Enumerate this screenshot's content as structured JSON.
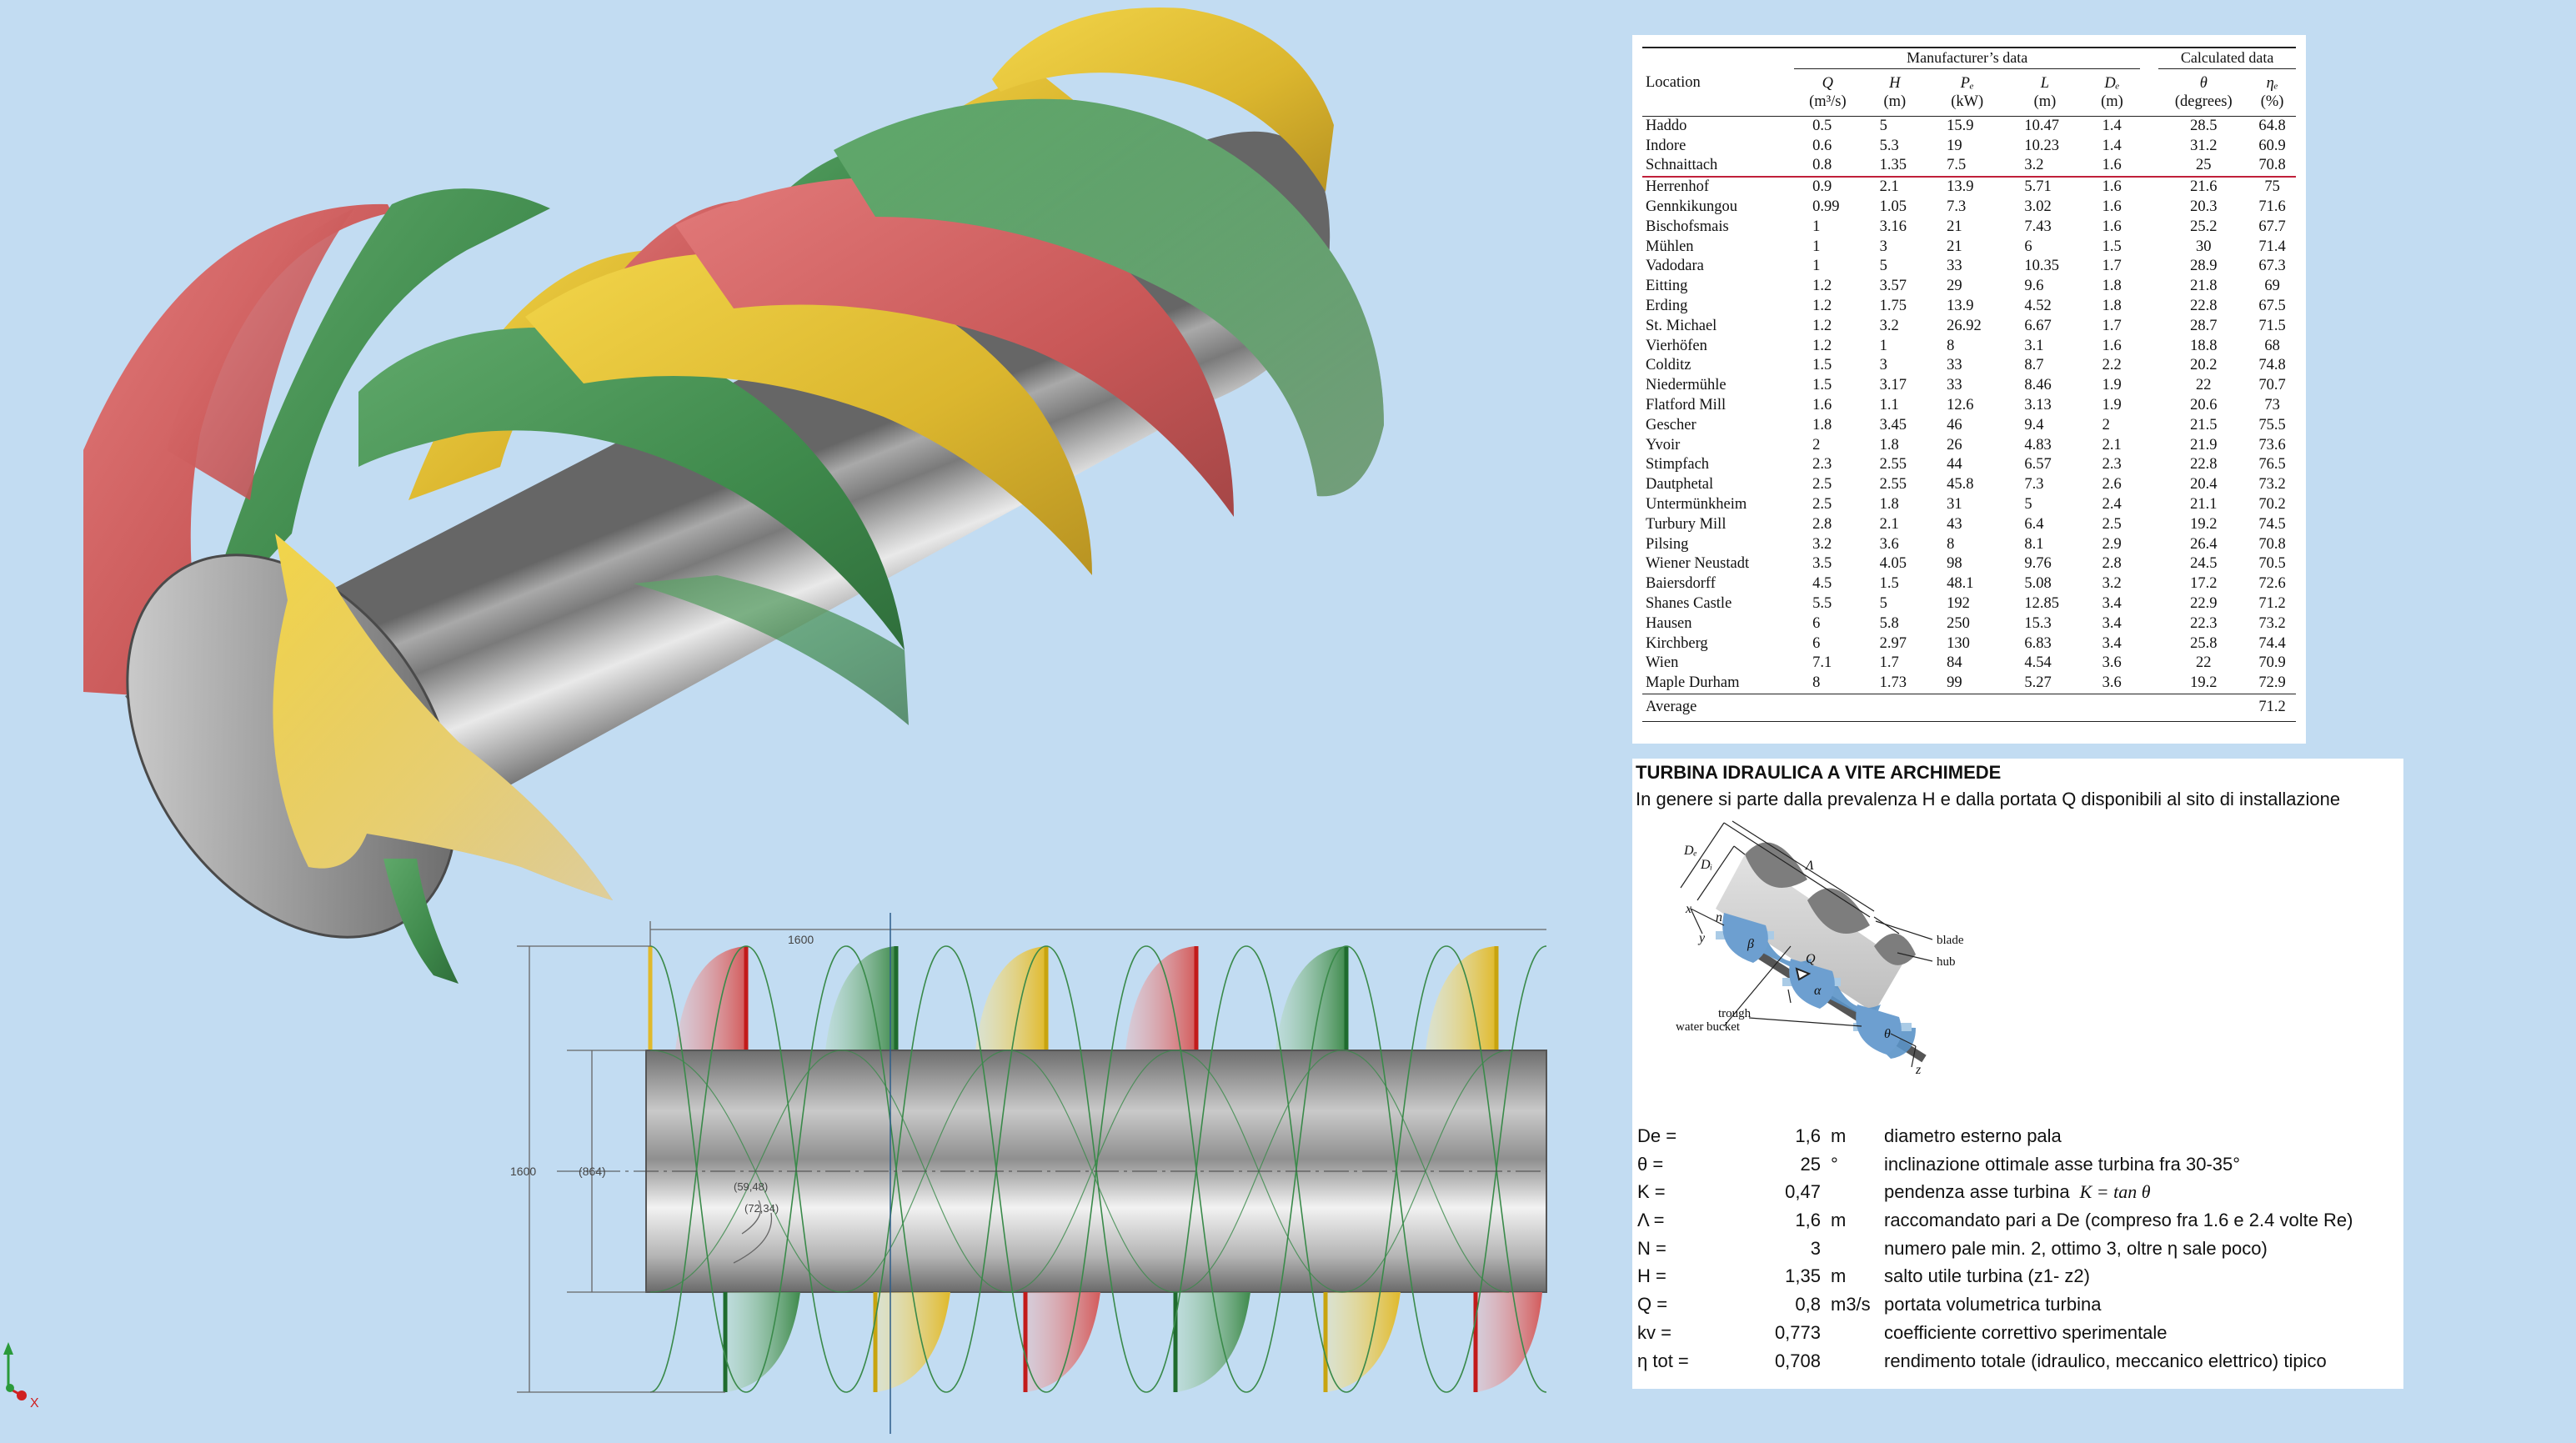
{
  "table": {
    "group_headers": {
      "manufacturer": "Manufacturer’s data",
      "calculated": "Calculated data"
    },
    "columns": [
      {
        "symbol": "",
        "unit": "Location"
      },
      {
        "symbol": "Q",
        "unit": "(m³/s)"
      },
      {
        "symbol": "H",
        "unit": "(m)"
      },
      {
        "symbol": "Pₑ",
        "unit": "(kW)"
      },
      {
        "symbol": "L",
        "unit": "(m)"
      },
      {
        "symbol": "Dₑ",
        "unit": "(m)"
      },
      {
        "symbol": "θ",
        "unit": "(degrees)"
      },
      {
        "symbol": "ηₑ",
        "unit": "(%)"
      }
    ],
    "rows": [
      [
        "Haddo",
        "0.5",
        "5",
        "15.9",
        "10.47",
        "1.4",
        "28.5",
        "64.8"
      ],
      [
        "Indore",
        "0.6",
        "5.3",
        "19",
        "10.23",
        "1.4",
        "31.2",
        "60.9"
      ],
      [
        "Schnaittach",
        "0.8",
        "1.35",
        "7.5",
        "3.2",
        "1.6",
        "25",
        "70.8"
      ],
      [
        "Herrenhof",
        "0.9",
        "2.1",
        "13.9",
        "5.71",
        "1.6",
        "21.6",
        "75"
      ],
      [
        "Gennkikungou",
        "0.99",
        "1.05",
        "7.3",
        "3.02",
        "1.6",
        "20.3",
        "71.6"
      ],
      [
        "Bischofsmais",
        "1",
        "3.16",
        "21",
        "7.43",
        "1.6",
        "25.2",
        "67.7"
      ],
      [
        "Mühlen",
        "1",
        "3",
        "21",
        "6",
        "1.5",
        "30",
        "71.4"
      ],
      [
        "Vadodara",
        "1",
        "5",
        "33",
        "10.35",
        "1.7",
        "28.9",
        "67.3"
      ],
      [
        "Eitting",
        "1.2",
        "3.57",
        "29",
        "9.6",
        "1.8",
        "21.8",
        "69"
      ],
      [
        "Erding",
        "1.2",
        "1.75",
        "13.9",
        "4.52",
        "1.8",
        "22.8",
        "67.5"
      ],
      [
        "St. Michael",
        "1.2",
        "3.2",
        "26.92",
        "6.67",
        "1.7",
        "28.7",
        "71.5"
      ],
      [
        "Vierhöfen",
        "1.2",
        "1",
        "8",
        "3.1",
        "1.6",
        "18.8",
        "68"
      ],
      [
        "Colditz",
        "1.5",
        "3",
        "33",
        "8.7",
        "2.2",
        "20.2",
        "74.8"
      ],
      [
        "Niedermühle",
        "1.5",
        "3.17",
        "33",
        "8.46",
        "1.9",
        "22",
        "70.7"
      ],
      [
        "Flatford Mill",
        "1.6",
        "1.1",
        "12.6",
        "3.13",
        "1.9",
        "20.6",
        "73"
      ],
      [
        "Gescher",
        "1.8",
        "3.45",
        "46",
        "9.4",
        "2",
        "21.5",
        "75.5"
      ],
      [
        "Yvoir",
        "2",
        "1.8",
        "26",
        "4.83",
        "2.1",
        "21.9",
        "73.6"
      ],
      [
        "Stimpfach",
        "2.3",
        "2.55",
        "44",
        "6.57",
        "2.3",
        "22.8",
        "76.5"
      ],
      [
        "Dautphetal",
        "2.5",
        "2.55",
        "45.8",
        "7.3",
        "2.6",
        "20.4",
        "73.2"
      ],
      [
        "Untermünkheim",
        "2.5",
        "1.8",
        "31",
        "5",
        "2.4",
        "21.1",
        "70.2"
      ],
      [
        "Turbury Mill",
        "2.8",
        "2.1",
        "43",
        "6.4",
        "2.5",
        "19.2",
        "74.5"
      ],
      [
        "Pilsing",
        "3.2",
        "3.6",
        "8",
        "8.1",
        "2.9",
        "26.4",
        "70.8"
      ],
      [
        "Wiener Neustadt",
        "3.5",
        "4.05",
        "98",
        "9.76",
        "2.8",
        "24.5",
        "70.5"
      ],
      [
        "Baiersdorff",
        "4.5",
        "1.5",
        "48.1",
        "5.08",
        "3.2",
        "17.2",
        "72.6"
      ],
      [
        "Shanes Castle",
        "5.5",
        "5",
        "192",
        "12.85",
        "3.4",
        "22.9",
        "71.2"
      ],
      [
        "Hausen",
        "6",
        "5.8",
        "250",
        "15.3",
        "3.4",
        "22.3",
        "73.2"
      ],
      [
        "Kirchberg",
        "6",
        "2.97",
        "130",
        "6.83",
        "3.4",
        "25.8",
        "74.4"
      ],
      [
        "Wien",
        "7.1",
        "1.7",
        "84",
        "4.54",
        "3.6",
        "22",
        "70.9"
      ],
      [
        "Maple Durham",
        "8",
        "1.73",
        "99",
        "5.27",
        "3.6",
        "19.2",
        "72.9"
      ]
    ],
    "highlighted_row_index": 2,
    "average_label": "Average",
    "average_value": "71.2"
  },
  "info": {
    "title": "TURBINA IDRAULICA A VITE ARCHIMEDE",
    "subtitle": "In genere si parte dalla prevalenza H e dalla portata Q disponibili al sito di installazione",
    "diagram_labels": {
      "blade": "blade",
      "hub": "hub",
      "water_bucket": "water bucket",
      "trough": "trough",
      "De": "Dₑ",
      "Di": "Dᵢ",
      "Lambda": "Λ",
      "n": "n",
      "beta": "β",
      "Q": "Q",
      "alpha": "α",
      "theta": "θ",
      "x": "x",
      "y": "y",
      "z": "z"
    },
    "params": [
      {
        "name": "De =",
        "value": "1,6",
        "unit": "m",
        "desc": "diametro esterno pala"
      },
      {
        "name": "θ =",
        "value": "25",
        "unit": "°",
        "desc": "inclinazione ottimale asse turbina fra 30-35°"
      },
      {
        "name": "K =",
        "value": "0,47",
        "unit": "",
        "desc": "pendenza asse turbina",
        "formula": "K = tan θ"
      },
      {
        "name": "Λ =",
        "value": "1,6",
        "unit": "m",
        "desc": "raccomandato pari a De  (compreso fra 1.6 e 2.4 volte Re)"
      },
      {
        "name": "N =",
        "value": "3",
        "unit": "",
        "desc": "numero pale min. 2, ottimo 3, oltre η sale poco)"
      },
      {
        "name": "H =",
        "value": "1,35",
        "unit": "m",
        "desc": "salto utile turbina (z1- z2)"
      },
      {
        "name": "Q =",
        "value": "0,8",
        "unit": "m3/s",
        "desc": "portata volumetrica turbina"
      },
      {
        "name": "kv =",
        "value": "0,773",
        "unit": "",
        "desc": "coefficiente correttivo sperimentale"
      },
      {
        "name": "η tot =",
        "value": "0,708",
        "unit": "",
        "desc": "rendimento totale (idraulico, meccanico elettrico) tipico"
      }
    ]
  },
  "drawing": {
    "dim_length": "1600",
    "dim_height": "1600",
    "dim_hub": "(864)",
    "angle_1": "(59,48)",
    "angle_2": "(72,34)"
  },
  "axes": {
    "x_label": "X"
  },
  "colors": {
    "background": "#c2dcf2",
    "blade_red": "#d96b6b",
    "blade_green": "#4e9a5a",
    "blade_yellow": "#e8c638",
    "hub_metal": "#b5b5b5",
    "table_highlight_line": "#c0203a"
  }
}
